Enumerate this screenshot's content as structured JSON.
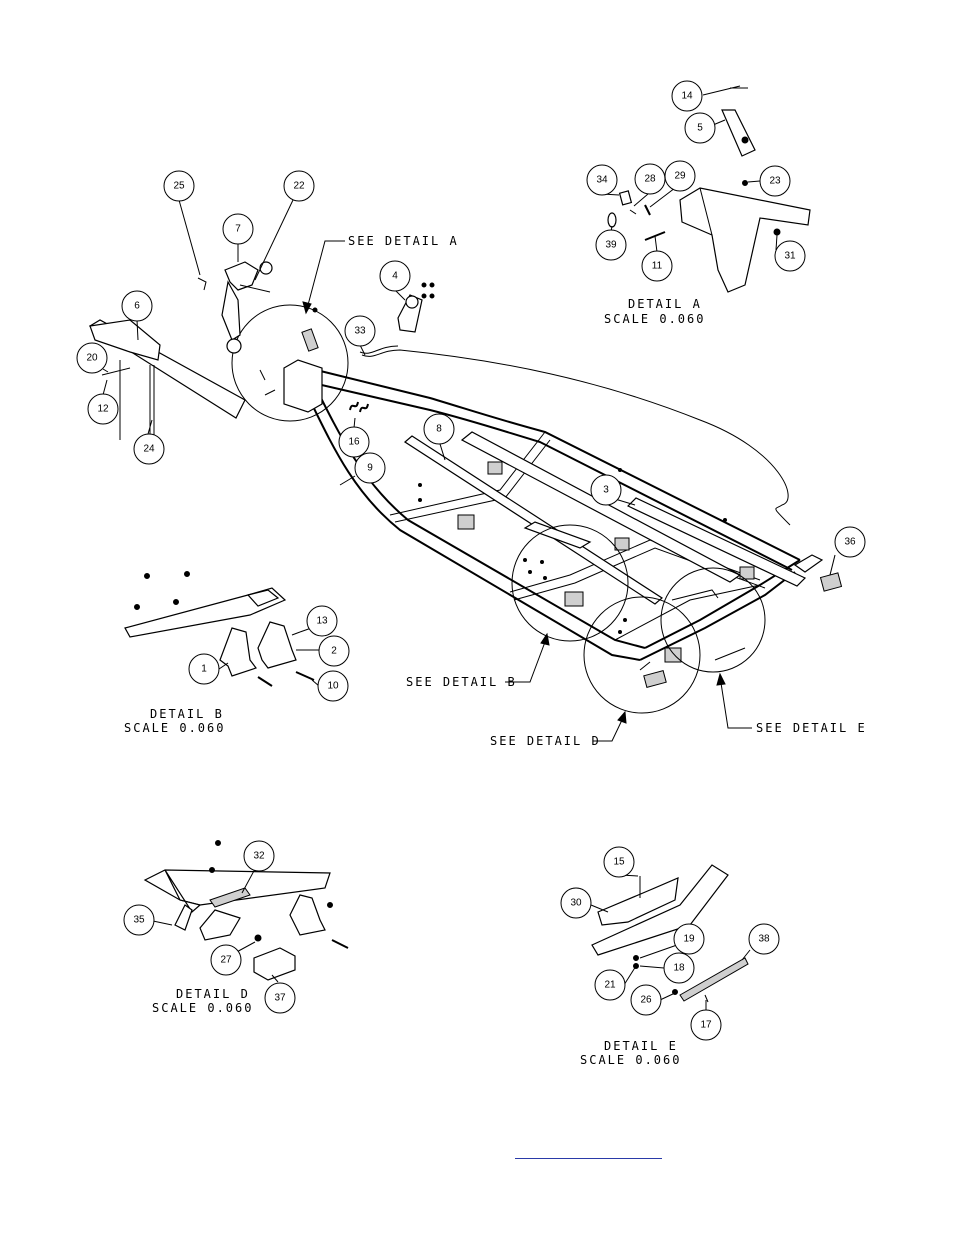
{
  "callouts": {
    "c1": "1",
    "c2": "2",
    "c3": "3",
    "c4": "4",
    "c5": "5",
    "c6": "6",
    "c7": "7",
    "c8": "8",
    "c9": "9",
    "c10": "10",
    "c11": "11",
    "c12": "12",
    "c13": "13",
    "c14": "14",
    "c15": "15",
    "c16": "16",
    "c17": "17",
    "c18": "18",
    "c19": "19",
    "c20": "20",
    "c21": "21",
    "c22": "22",
    "c23": "23",
    "c24": "24",
    "c25": "25",
    "c26": "26",
    "c27": "27",
    "c28": "28",
    "c29": "29",
    "c30": "30",
    "c31": "31",
    "c32": "32",
    "c33": "33",
    "c34": "34",
    "c35": "35",
    "c36": "36",
    "c37": "37",
    "c38": "38",
    "c39": "39"
  },
  "labels": {
    "see_detail_a": "SEE DETAIL  A",
    "see_detail_b": "SEE DETAIL  B",
    "see_detail_d": "SEE DETAIL  D",
    "see_detail_e": "SEE DETAIL  E",
    "detail_a": "DETAIL  A",
    "detail_b": "DETAIL  B",
    "detail_d": "DETAIL  D",
    "detail_e": "DETAIL  E",
    "scale": "SCALE  0.060"
  },
  "colors": {
    "ink": "#000000",
    "link": "#2a3aa8"
  }
}
